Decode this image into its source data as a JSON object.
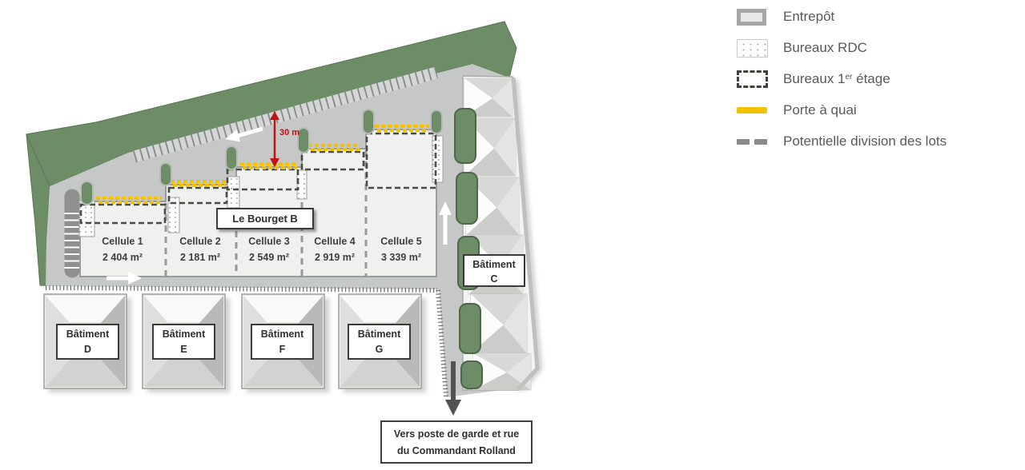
{
  "site": {
    "name_box": "Le Bourget B",
    "dimension": "30 m",
    "cells": [
      {
        "name": "Cellule 1",
        "area": "2 404 m²"
      },
      {
        "name": "Cellule 2",
        "area": "2 181 m²"
      },
      {
        "name": "Cellule 3",
        "area": "2 549 m²"
      },
      {
        "name": "Cellule 4",
        "area": "2 919 m²"
      },
      {
        "name": "Cellule 5",
        "area": "3 339 m²"
      }
    ],
    "buildings": [
      {
        "line1": "Bâtiment",
        "line2": "C"
      },
      {
        "line1": "Bâtiment",
        "line2": "D"
      },
      {
        "line1": "Bâtiment",
        "line2": "E"
      },
      {
        "line1": "Bâtiment",
        "line2": "F"
      },
      {
        "line1": "Bâtiment",
        "line2": "G"
      }
    ],
    "exit_note": {
      "line1": "Vers poste de garde et rue",
      "line2": "du Commandant Rolland"
    }
  },
  "legend": {
    "items": [
      {
        "label": "Entrepôt"
      },
      {
        "label": "Bureaux RDC"
      },
      {
        "label_pre": "Bureaux 1",
        "label_sup": "er",
        "label_post": " étage"
      },
      {
        "label": "Porte à quai"
      },
      {
        "label": "Potentielle division des lots"
      }
    ]
  },
  "colors": {
    "landscape_green": "#6d8d67",
    "pavement_gray": "#c6c8c7",
    "warehouse_fill": "#f0f0ef",
    "dock_yellow": "#f2c100",
    "dimension_red": "#c11212",
    "division_gray": "#989a99",
    "office_dash_dark": "#474d43"
  }
}
